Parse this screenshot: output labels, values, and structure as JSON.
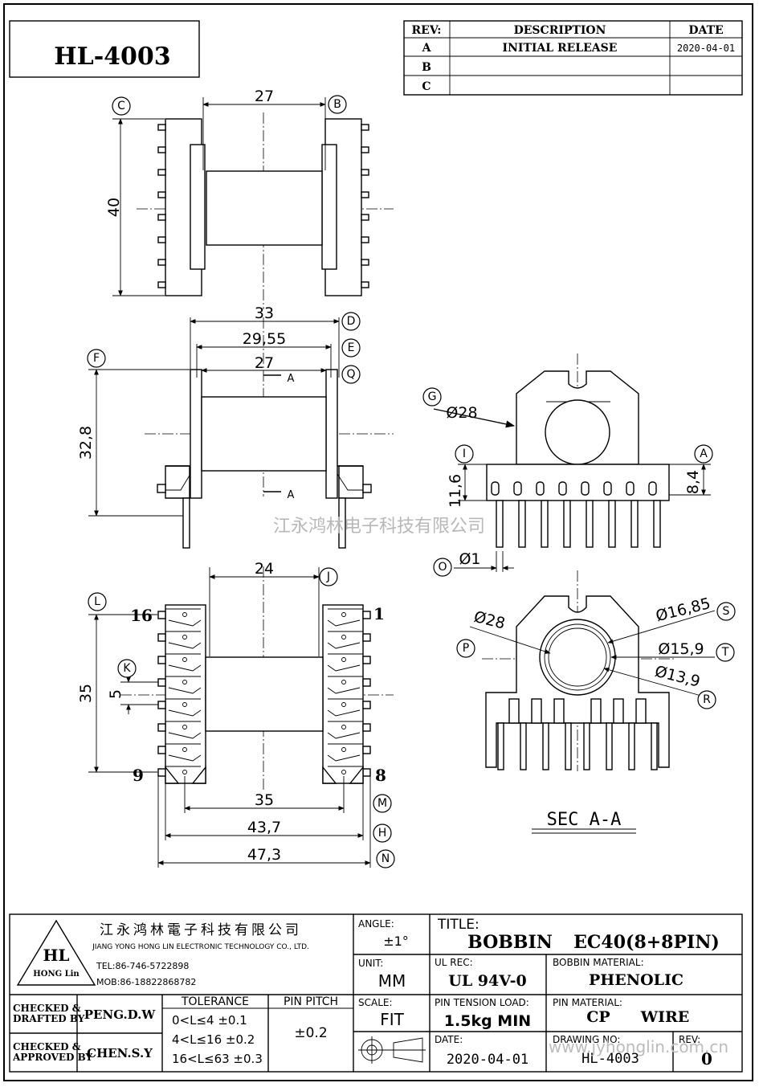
{
  "part_number": "HL-4003",
  "revision_table": {
    "headers": {
      "rev": "REV:",
      "description": "DESCRIPTION",
      "date": "DATE"
    },
    "rows": [
      {
        "rev": "A",
        "description": "INITIAL RELEASE",
        "date": "2020-04-01"
      },
      {
        "rev": "B",
        "description": "",
        "date": ""
      },
      {
        "rev": "C",
        "description": "",
        "date": ""
      }
    ]
  },
  "dimensions": {
    "top_width": "27",
    "top_height": "40",
    "front_w1": "33",
    "front_w2": "29,55",
    "front_w3": "27",
    "front_height": "32,8",
    "bottom_core": "24",
    "bottom_span": "35",
    "bottom_pitch": "5",
    "bottom_w1": "35",
    "bottom_w2": "43,7",
    "bottom_w3": "47,3",
    "side_dia": "Ø28",
    "side_h1": "11,6",
    "side_h2": "8,4",
    "pin_dia": "Ø1",
    "sec_d1": "Ø28",
    "sec_d2": "Ø16,85",
    "sec_d3": "Ø15,9",
    "sec_d4": "Ø13,9"
  },
  "section_mark": "A",
  "section_label": "SEC A-A",
  "pin_labels": {
    "p16": "16",
    "p1": "1",
    "p9": "9",
    "p8": "8"
  },
  "bubbles": {
    "A": "A",
    "B": "B",
    "C": "C",
    "D": "D",
    "E": "E",
    "F": "F",
    "G": "G",
    "H": "H",
    "I": "I",
    "J": "J",
    "K": "K",
    "L": "L",
    "M": "M",
    "N": "N",
    "O": "O",
    "P": "P",
    "Q": "Q",
    "R": "R",
    "S": "S",
    "T": "T"
  },
  "watermark": "江永鸿林电子科技有限公司",
  "watermark_url": "www.jyhonglin.com.cn",
  "company": {
    "name_cn": "江永鸿林電子科技有限公司",
    "name_en": "JIANG YONG HONG LIN ELECTRONIC TECHNOLOGY CO., LTD.",
    "tel": "TEL:86-746-5722898",
    "mob": "MOB:86-18822868782",
    "logo_text": "HL",
    "logo_sub": "HONG Lin"
  },
  "title_block": {
    "angle_label": "ANGLE:",
    "angle_value": "±1°",
    "unit_label": "UNIT:",
    "unit_value": "MM",
    "scale_label": "SCALE:",
    "scale_value": "FIT",
    "title_label": "TITLE:",
    "title_value_1": "BOBBIN",
    "title_value_2": "EC40(8+8PIN)",
    "ul_label": "UL REC:",
    "ul_value": "UL 94V-0",
    "bobbin_material_label": "BOBBIN MATERIAL:",
    "bobbin_material_value": "PHENOLIC",
    "pin_tension_label": "PIN TENSION LOAD:",
    "pin_tension_value": "1.5kg MIN",
    "pin_material_label": "PIN MATERIAL:",
    "pin_material_value_1": "CP",
    "pin_material_value_2": "WIRE",
    "date_label": "DATE:",
    "date_value": "2020-04-01",
    "drawing_no_label": "DRAWING NO:",
    "drawing_no_value": "HL-4003",
    "rev_label": "REV:",
    "rev_value": "0",
    "checked_drafted_label_1": "CHECKED &",
    "checked_drafted_label_2": "DRAFTED BY",
    "checked_drafted_value": "PENG.D.W",
    "checked_approved_label_1": "CHECKED &",
    "checked_approved_label_2": "APPROVED BY",
    "checked_approved_value": "CHEN.S.Y",
    "tolerance_label": "TOLERANCE",
    "tolerance_rows": [
      "0<L≤4  ±0.1",
      "4<L≤16 ±0.2",
      "16<L≤63 ±0.3"
    ],
    "pin_pitch_label": "PIN PITCH",
    "pin_pitch_value": "±0.2"
  }
}
